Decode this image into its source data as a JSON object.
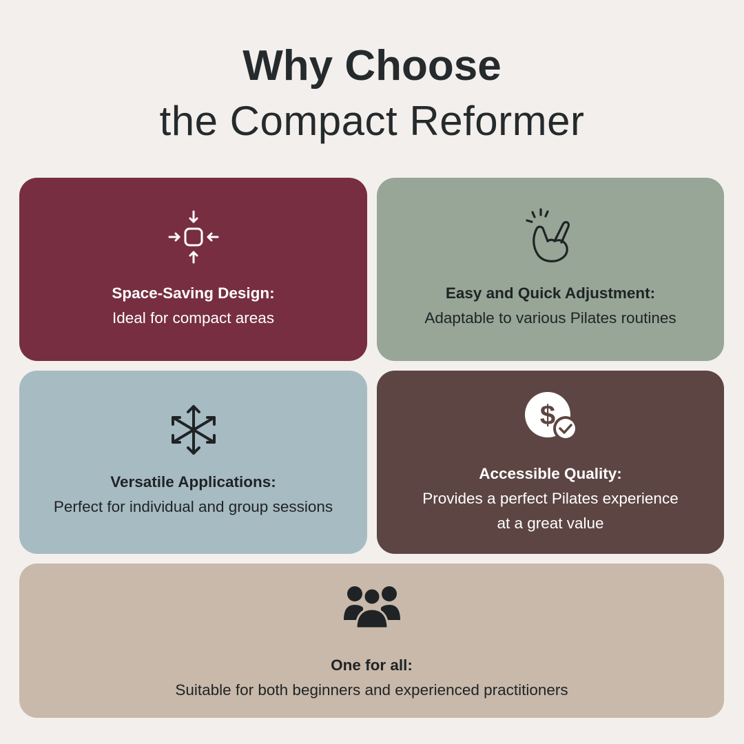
{
  "title": {
    "line1": "Why Choose",
    "line2": "the Compact Reformer"
  },
  "cards": [
    {
      "heading": "Space-Saving Design:",
      "lines": [
        "Ideal for compact areas"
      ],
      "icon": "compress-arrows-icon",
      "bg_color": "#772e41"
    },
    {
      "heading": "Easy and Quick Adjustment:",
      "lines": [
        "Adaptable to various Pilates routines"
      ],
      "icon": "finger-snap-icon",
      "bg_color": "#97a696"
    },
    {
      "heading": "Versatile Applications:",
      "lines": [
        "Perfect for individual and group sessions"
      ],
      "icon": "multi-direction-arrows-icon",
      "bg_color": "#a7bbc2"
    },
    {
      "heading": "Accessible Quality:",
      "lines": [
        "Provides a perfect Pilates experience",
        "at a great value"
      ],
      "icon": "dollar-check-icon",
      "bg_color": "#5c4542"
    },
    {
      "heading": "One for all:",
      "lines": [
        "Suitable for both beginners and experienced practitioners"
      ],
      "icon": "group-users-icon",
      "bg_color": "#c8b9aa"
    }
  ]
}
